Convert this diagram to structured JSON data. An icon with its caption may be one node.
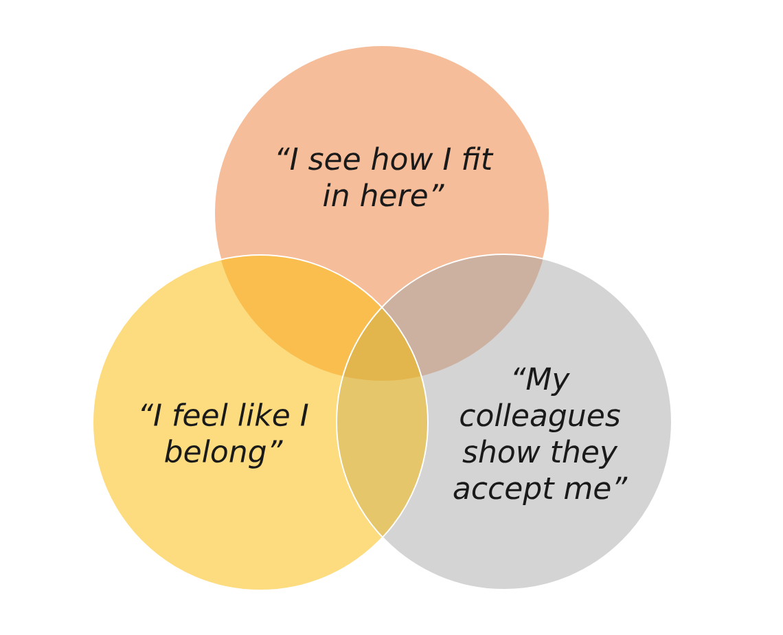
{
  "diagram": {
    "nodes": [
      {
        "text": [
          "“I see how I fit in here”"
        ]
      },
      {
        "text": [
          "“I feel like I belong”"
        ]
      },
      {
        "text": [
          "“My colleagues show they accept me”"
        ]
      }
    ]
  }
}
